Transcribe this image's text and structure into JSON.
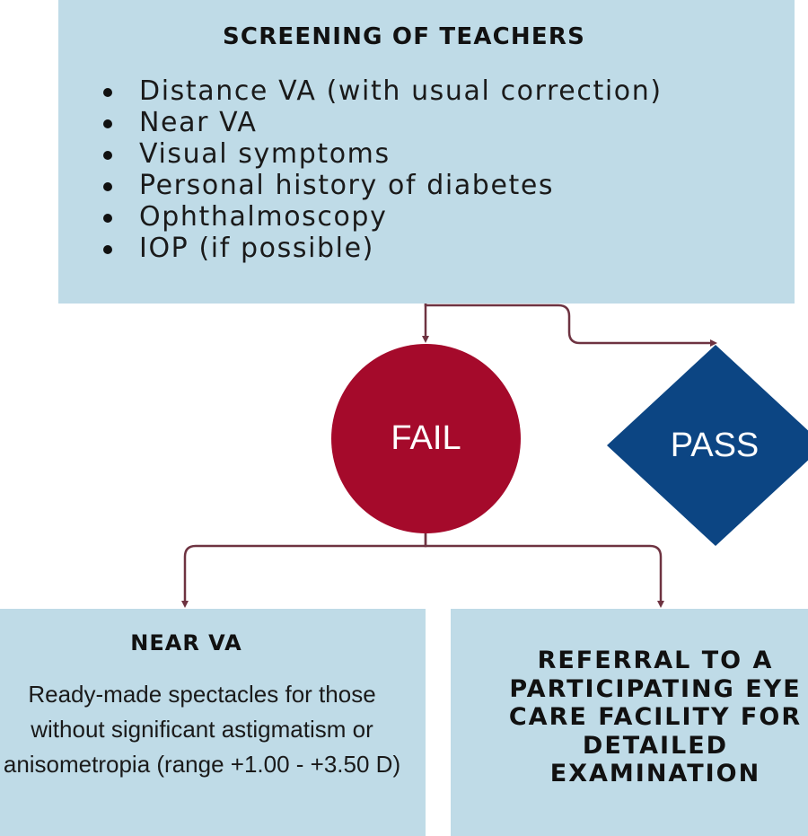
{
  "colors": {
    "box_fill": "#bfdbe7",
    "fail_fill": "#a50a2b",
    "pass_fill": "#0c4583",
    "connector": "#6e3341"
  },
  "screening": {
    "title": "SCREENING OF TEACHERS",
    "items": [
      "Distance VA (with usual correction)",
      "Near VA",
      "Visual symptoms",
      "Personal history of diabetes",
      "Ophthalmoscopy",
      "IOP (if possible)"
    ]
  },
  "fail": {
    "label": "FAIL"
  },
  "pass": {
    "label": "PASS"
  },
  "near_va": {
    "title": "NEAR VA",
    "lines": [
      "Ready-made spectacles for those",
      "without significant astigmatism or",
      "anisometropia (range +1.00 - +3.50 D)"
    ]
  },
  "referral": {
    "lines": [
      "REFERRAL TO A",
      "PARTICIPATING EYE",
      "CARE FACILITY FOR",
      "DETAILED",
      "EXAMINATION"
    ]
  }
}
